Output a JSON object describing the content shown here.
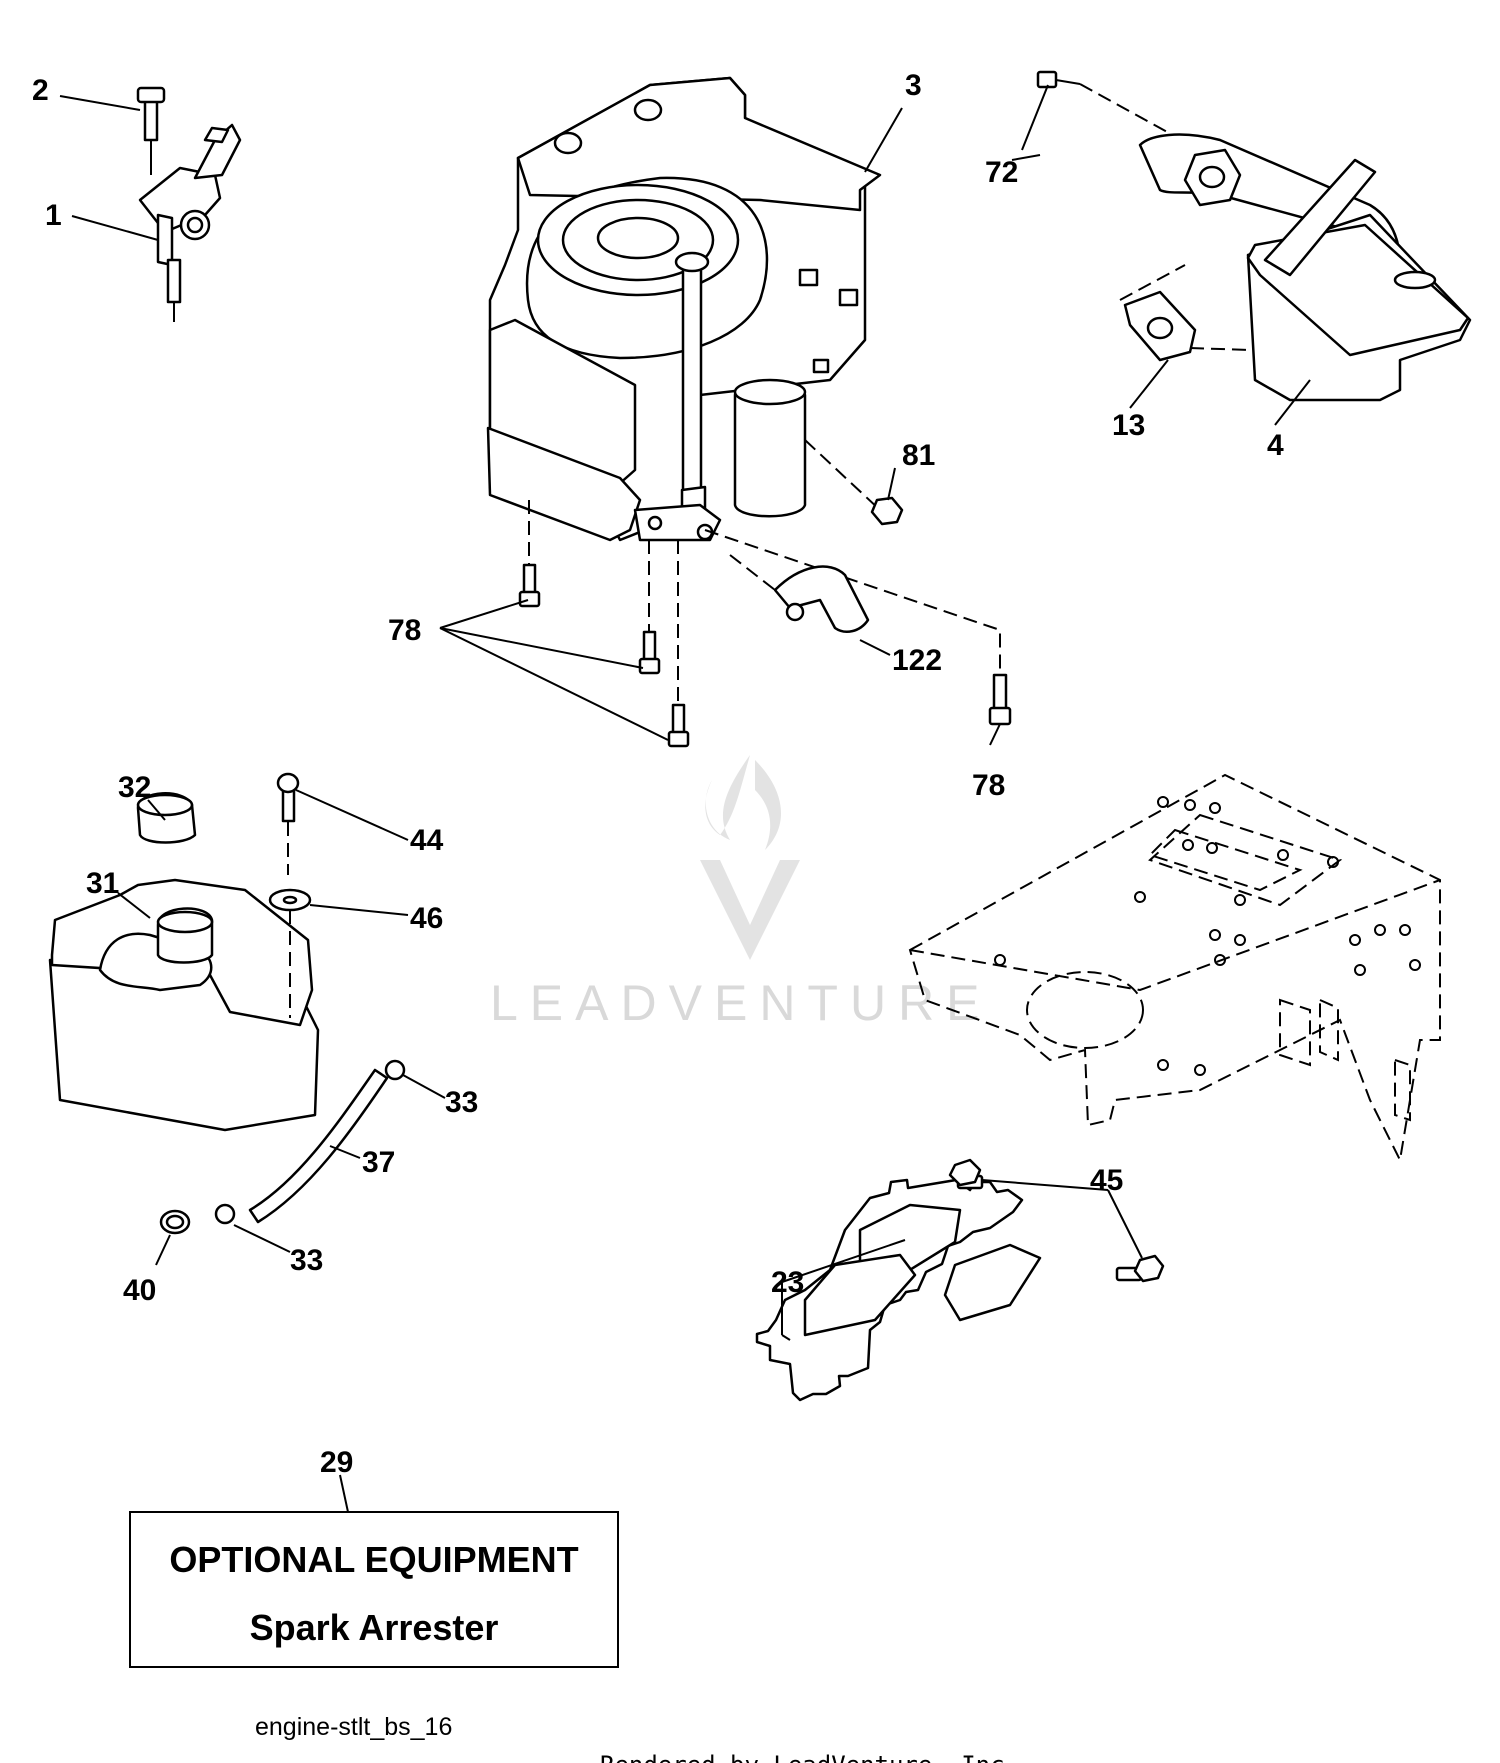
{
  "callouts": [
    {
      "id": "1",
      "label": "1"
    },
    {
      "id": "2",
      "label": "2"
    },
    {
      "id": "3",
      "label": "3"
    },
    {
      "id": "4",
      "label": "4"
    },
    {
      "id": "13",
      "label": "13"
    },
    {
      "id": "23",
      "label": "23"
    },
    {
      "id": "29",
      "label": "29"
    },
    {
      "id": "31",
      "label": "31"
    },
    {
      "id": "32",
      "label": "32"
    },
    {
      "id": "33a",
      "label": "33"
    },
    {
      "id": "33b",
      "label": "33"
    },
    {
      "id": "37",
      "label": "37"
    },
    {
      "id": "40",
      "label": "40"
    },
    {
      "id": "44",
      "label": "44"
    },
    {
      "id": "45",
      "label": "45"
    },
    {
      "id": "46",
      "label": "46"
    },
    {
      "id": "72",
      "label": "72"
    },
    {
      "id": "78a",
      "label": "78"
    },
    {
      "id": "78b",
      "label": "78"
    },
    {
      "id": "81",
      "label": "81"
    },
    {
      "id": "122",
      "label": "122"
    }
  ],
  "optional_box": {
    "line1": "OPTIONAL EQUIPMENT",
    "line2": "Spark Arrester"
  },
  "drawing_code": "engine-stlt_bs_16",
  "watermark": "LEADVENTURE",
  "footer": "Rendered by LeadVenture, Inc."
}
